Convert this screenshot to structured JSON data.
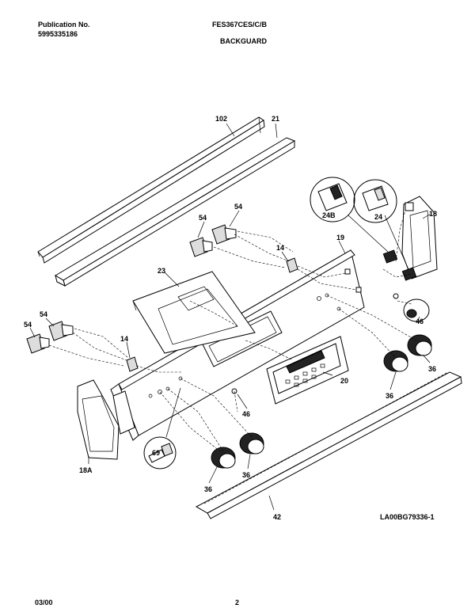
{
  "header": {
    "publication_label": "Publication No.",
    "publication_number": "5995335186",
    "model": "FES367CES/C/B",
    "section": "BACKGUARD"
  },
  "footer": {
    "date": "03/00",
    "page": "2"
  },
  "diagram_code": "LA00BG79336-1",
  "callouts": {
    "c102": "102",
    "c21": "21",
    "c24b": "24B",
    "c24": "24",
    "c18": "18",
    "c54a": "54",
    "c54b": "54",
    "c14a": "14",
    "c19": "19",
    "c23": "23",
    "c54c": "54",
    "c54d": "54",
    "c14b": "14",
    "c46a": "46",
    "c36a": "36",
    "c36b": "36",
    "c20": "20",
    "c46b": "46",
    "c69": "69",
    "c18a": "18A",
    "c36c": "36",
    "c36d": "36",
    "c42": "42"
  }
}
